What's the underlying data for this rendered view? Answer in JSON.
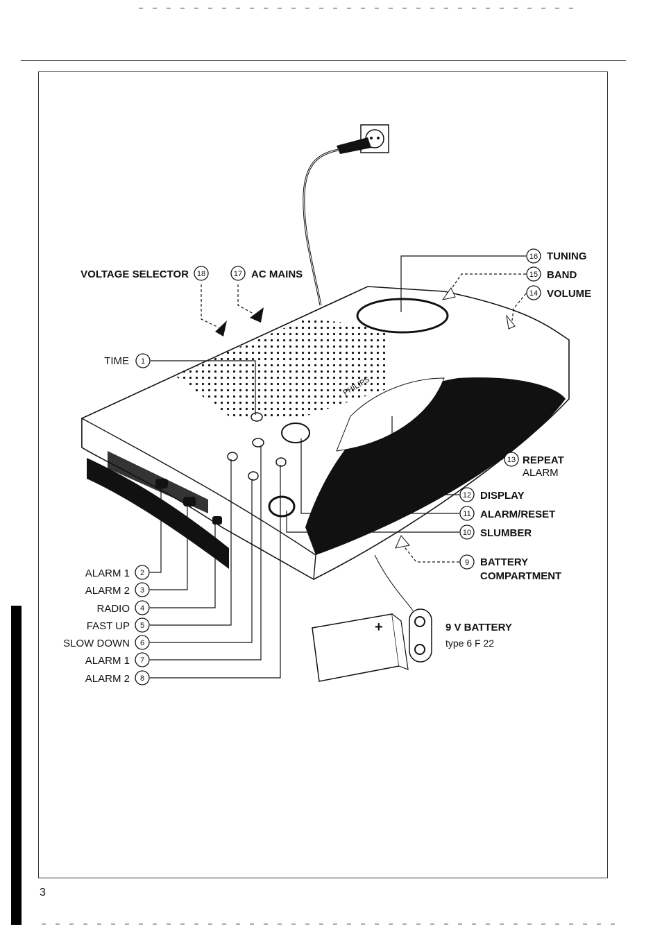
{
  "page": {
    "number": "3"
  },
  "labels": {
    "voltage_selector": {
      "text": "VOLTAGE SELECTOR",
      "num": "18"
    },
    "ac_mains": {
      "text": "AC MAINS",
      "num": "17"
    },
    "tuning": {
      "text": "TUNING",
      "num": "16"
    },
    "band": {
      "text": "BAND",
      "num": "15"
    },
    "volume": {
      "text": "VOLUME",
      "num": "14"
    },
    "time": {
      "text": "TIME",
      "num": "1"
    },
    "repeat_alarm": {
      "line1": "REPEAT",
      "line2": "ALARM",
      "num": "13"
    },
    "display": {
      "text": "DISPLAY",
      "num": "12"
    },
    "alarm_reset": {
      "text": "ALARM/RESET",
      "num": "11"
    },
    "slumber": {
      "text": "SLUMBER",
      "num": "10"
    },
    "battery_compartment": {
      "line1": "BATTERY",
      "line2": "COMPARTMENT",
      "num": "9"
    },
    "alarm1_a": {
      "text": "ALARM 1",
      "num": "2"
    },
    "alarm2_a": {
      "text": "ALARM 2",
      "num": "3"
    },
    "radio": {
      "text": "RADIO",
      "num": "4"
    },
    "fast_up": {
      "text": "FAST UP",
      "num": "5"
    },
    "slow_down": {
      "text": "SLOW DOWN",
      "num": "6"
    },
    "alarm1_b": {
      "text": "ALARM 1",
      "num": "7"
    },
    "alarm2_b": {
      "text": "ALARM 2",
      "num": "8"
    },
    "battery_9v": {
      "line1": "9 V BATTERY",
      "line2": "type 6 F 22"
    }
  },
  "device_text": {
    "brand": "PHILIPS",
    "repeat_button": "REPEAT ALARM"
  }
}
